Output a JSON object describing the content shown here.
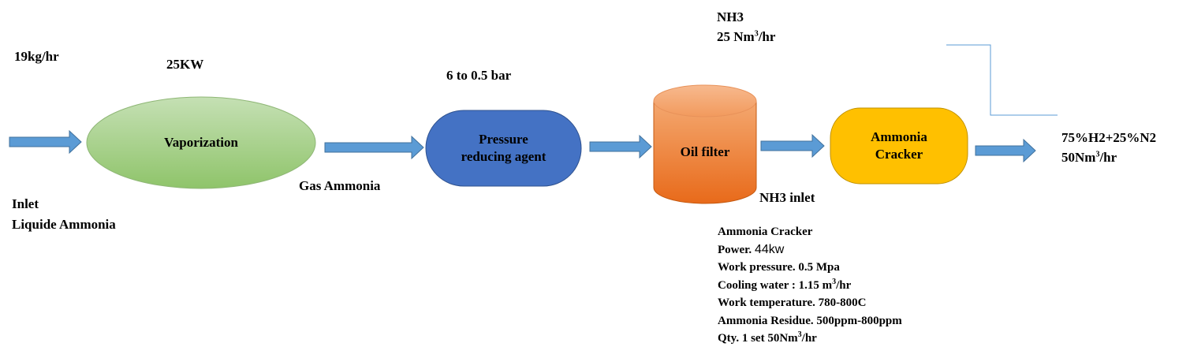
{
  "labels": {
    "flow_rate": "19kg/hr",
    "power_vaporizer": "25KW",
    "pressure_range": "6 to 0.5 bar",
    "nh3_title": "NH3",
    "nh3_flow_value": "25 Nm",
    "nh3_flow_sup": "3",
    "nh3_flow_unit": "/hr",
    "inlet_line1": "Inlet",
    "inlet_line2": "Liquide Ammonia",
    "gas_ammonia": "Gas Ammonia",
    "nh3_inlet": "NH3 inlet",
    "output_line1": "75%H2+25%N2",
    "output_value": "50Nm",
    "output_sup": "3",
    "output_unit": "/hr"
  },
  "nodes": {
    "vaporization": "Vaporization",
    "pressure_line1": "Pressure",
    "pressure_line2": "reducing agent",
    "oil_filter": "Oil filter",
    "cracker_line1": "Ammonia",
    "cracker_line2": "Cracker"
  },
  "specs": {
    "title": "Ammonia Cracker",
    "power_label": "Power. ",
    "power_value": "44kw",
    "work_pressure": "Work pressure. 0.5 Mpa",
    "cooling_label": "Cooling water : 1.15 m",
    "cooling_sup": "3",
    "cooling_unit": "/hr",
    "work_temperature": "Work temperature. 780-800C",
    "ammonia_residue": "Ammonia Residue. 500ppm-800ppm",
    "qty_label": "Qty. 1 set 50Nm",
    "qty_sup": "3",
    "qty_unit": "/hr"
  },
  "colors": {
    "arrow_fill": "#5b9bd5",
    "arrow_stroke": "#41719c",
    "vaporization_fill": "#a9d18e",
    "pressure_fill": "#4472c4",
    "oil_filter_top": "#f4b183",
    "oil_filter_bottom": "#ed7d31",
    "cracker_fill": "#ffc000",
    "connector_line": "#5b9bd5"
  }
}
